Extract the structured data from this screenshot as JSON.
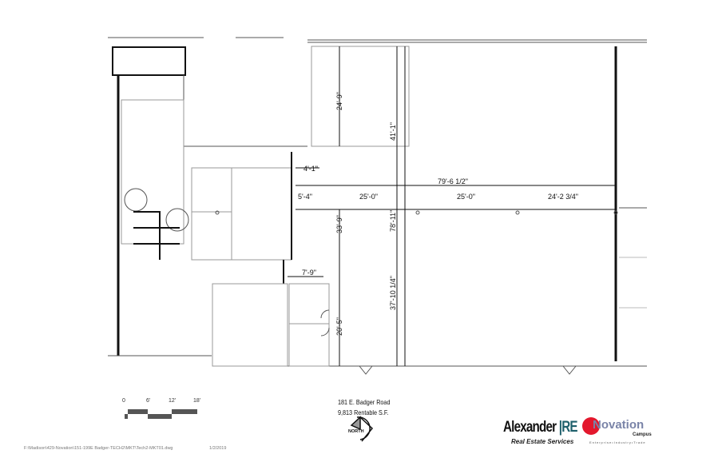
{
  "plan": {
    "dimensions": {
      "conf_height": "24'-9\"",
      "left_depth": "41'-1\"",
      "corridor": "4'-1\"",
      "overall_width": "79'-6 1/2\"",
      "bay_1": "5'-4\"",
      "bay_2": "25'-0\"",
      "bay_3": "25'-0\"",
      "bay_4": "24'-2 3/4\"",
      "mid_depth": "33'-9\"",
      "overall_depth": "78'-11\"",
      "small_bay": "7'-9\"",
      "lower_depth": "37'-10 1/4\"",
      "office_depth": "20'-5\""
    }
  },
  "scale_bar": {
    "ticks": [
      "0",
      "6'",
      "12'",
      "18'"
    ]
  },
  "address": {
    "line1": "181 E. Badger Road",
    "line2": "9,813 Rentable S.F."
  },
  "north_arrow": {
    "label": "NORTH",
    "icon": "north-arrow-icon"
  },
  "footer": {
    "file_path": "F:\\Madison\\429-Novation\\151-199E Badger-TECH2\\MKT\\Tech2-MKT01.dwg",
    "date": "1/2/2019"
  },
  "logos": {
    "alexander": "Alexander",
    "alexander_re": "RE",
    "alexander_sub": "Real Estate Services",
    "novation": "Novation",
    "novation_campus": "Campus",
    "novation_tag": "Enterprise•Industry•Trade",
    "brand_red": "#e3182d",
    "brand_teal": "#1d5f6b"
  }
}
